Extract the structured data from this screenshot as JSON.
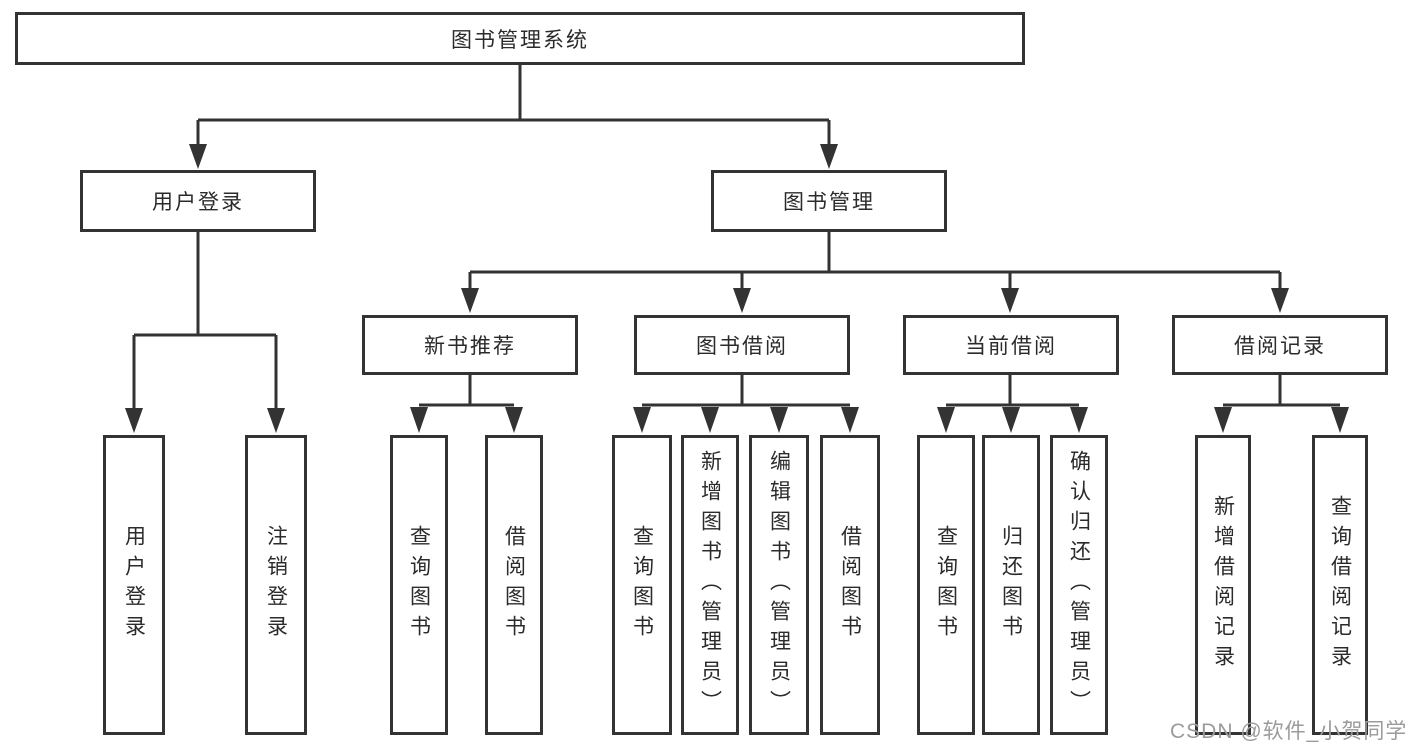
{
  "diagram": {
    "root": {
      "label": "图书管理系统"
    },
    "level2": [
      {
        "label": "用户登录",
        "children": [
          {
            "label": "用户登录"
          },
          {
            "label": "注销登录"
          }
        ]
      },
      {
        "label": "图书管理",
        "children": [
          {
            "label": "新书推荐",
            "children": [
              {
                "label": "查询图书"
              },
              {
                "label": "借阅图书"
              }
            ]
          },
          {
            "label": "图书借阅",
            "children": [
              {
                "label": "查询图书"
              },
              {
                "label": "新增图书（管理员）"
              },
              {
                "label": "编辑图书（管理员）"
              },
              {
                "label": "借阅图书"
              }
            ]
          },
          {
            "label": "当前借阅",
            "children": [
              {
                "label": "查询图书"
              },
              {
                "label": "归还图书"
              },
              {
                "label": "确认归还（管理员）"
              }
            ]
          },
          {
            "label": "借阅记录",
            "children": [
              {
                "label": "新增借阅记录"
              },
              {
                "label": "查询借阅记录"
              }
            ]
          }
        ]
      }
    ]
  },
  "watermark": {
    "text": "CSDN @软件_小贺同学",
    "color": "#9b9b9b"
  },
  "colors": {
    "line": "#333333",
    "box_border": "#333333",
    "text": "#2b2b2b",
    "background": "#ffffff"
  }
}
